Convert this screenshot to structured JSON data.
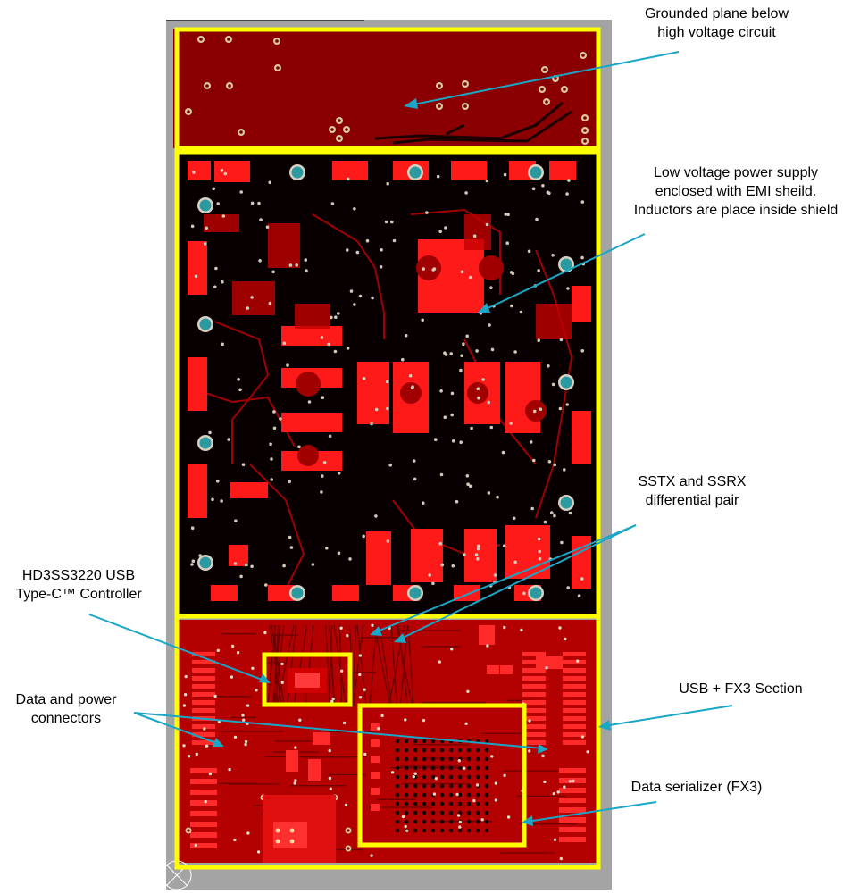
{
  "annotations": {
    "grounded_plane": [
      "Grounded plane below",
      "high voltage circuit"
    ],
    "low_voltage": [
      "Low voltage power supply",
      "enclosed with EMI sheild.",
      "Inductors are place inside shield"
    ],
    "sstx_ssrx": [
      "SSTX and SSRX",
      "differential pair"
    ],
    "hd3ss3220": [
      "HD3SS3220 USB",
      "Type-C™ Controller"
    ],
    "data_power_connectors": [
      "Data and power",
      "connectors"
    ],
    "usb_fx3": [
      "USB + FX3 Section"
    ],
    "data_serializer": [
      "Data serializer (FX3)"
    ]
  },
  "colors": {
    "board_copper": "#ff1a1a",
    "board_dark": "#8a0000",
    "board_background": "#050000",
    "outline_highlight": "#ffff00",
    "leader_line": "#1aa6c6",
    "frame_gray": "#9a9a9a"
  }
}
